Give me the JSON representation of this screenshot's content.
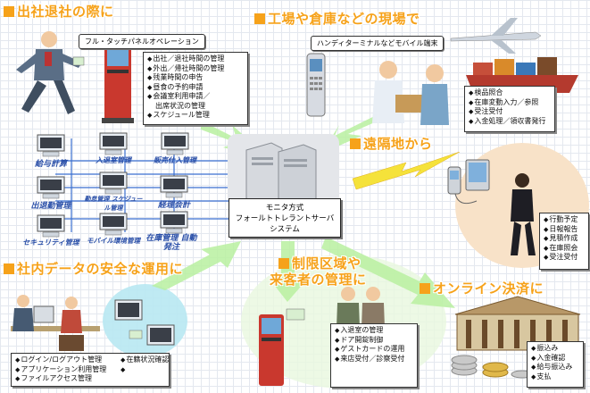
{
  "sections": {
    "office": "出社退社の際に",
    "factory": "工場や倉庫などの現場で",
    "remote": "遠隔地から",
    "internal": "社内データの安全な運用に",
    "restricted_line1": "制限区域や",
    "restricted_line2": "来客者の管理に",
    "online": "オンライン決済に"
  },
  "callouts": {
    "touch_panel": "フル・タッチパネルオペレーション",
    "handy": "ハンディターミナルなどモバイル端末"
  },
  "server": {
    "line1": "モニタ方式",
    "line2": "フォールトトレラントサーバ",
    "line3": "システム"
  },
  "systems": [
    "給与計算",
    "入退室管理",
    "販売仕入管理",
    "出退勤管理",
    "勤怠管理 スケジュール管理",
    "経理会計",
    "セキュリティ管理",
    "モバイル環境管理",
    "在庫管理 自動発注"
  ],
  "lists": {
    "office": [
      "出社／退社時間の管理",
      "外出／帰社時間の管理",
      "残業時間の申告",
      "昼食の予約申請",
      "会議室利用申請／",
      "出席状況の管理",
      "スケジュール管理"
    ],
    "factory": [
      "検品照合",
      "在庫変動入力／参照",
      "受注受付",
      "入金処理／領収書発行"
    ],
    "remote": [
      "行動予定",
      "日報報告",
      "見積作成",
      "在庫照会",
      "受注受付"
    ],
    "internal": [
      "ログイン/ログアウト管理",
      "在籍状況確認",
      "アプリケーション利用管理",
      "ファイルアクセス管理"
    ],
    "restricted": [
      "入退室の管理",
      "ドア開錠制御",
      "ゲストカードの運用",
      "来店受付／診察受付"
    ],
    "online": [
      "振込み",
      "入金確認",
      "給与振込み",
      "支払"
    ]
  },
  "colors": {
    "accent": "#f6a21a",
    "arrow": "#b8f0a0",
    "system_label": "#2a4fa8",
    "line": "#3a6fd0",
    "lightning": "#f5e23a"
  }
}
